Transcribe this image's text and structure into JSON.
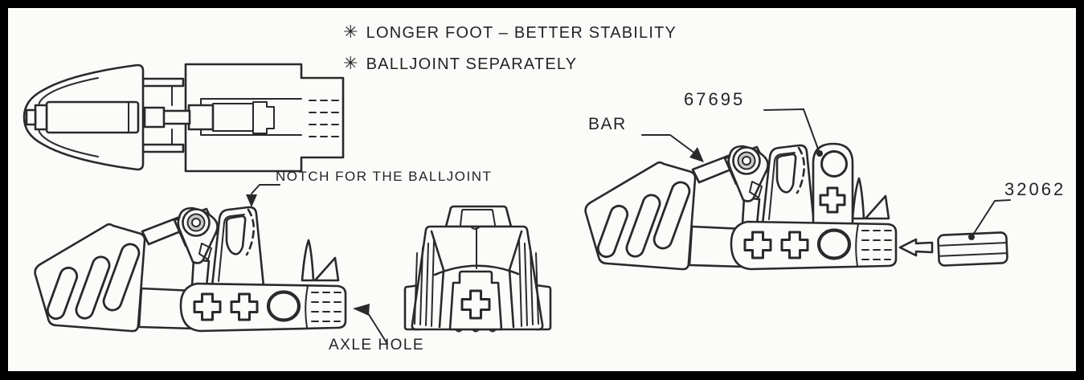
{
  "page": {
    "frame_color": "#000000",
    "paper_color": "#fbfbf9",
    "ink_color": "#2a2a2a"
  },
  "notes": {
    "items": [
      {
        "bullet": "✳",
        "text": "LONGER FOOT – BETTER STABILITY"
      },
      {
        "bullet": "✳",
        "text": "BALLJOINT SEPARATELY"
      }
    ]
  },
  "labels": {
    "notch": "NOTCH FOR THE BALLJOINT",
    "axle_hole": "AXLE HOLE",
    "bar": "BAR",
    "part_balljoint": "67695",
    "part_axle": "32062"
  }
}
